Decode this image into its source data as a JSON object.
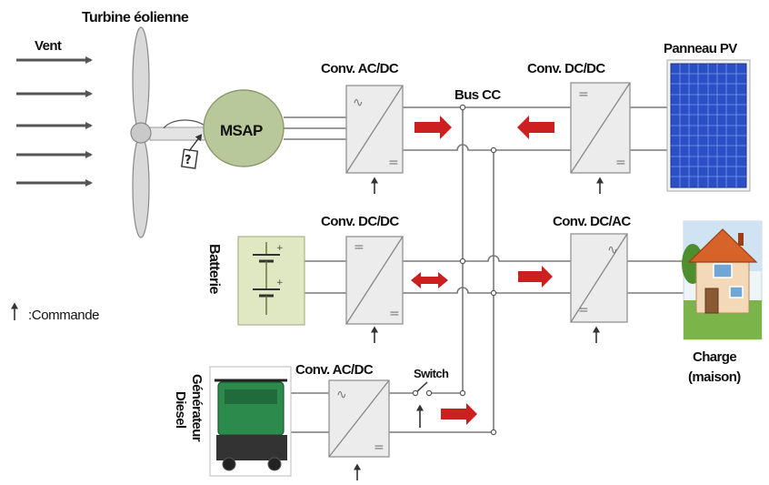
{
  "diagram": {
    "labels": {
      "turbine": "Turbine éolienne",
      "wind": "Vent",
      "msap": "MSAP",
      "conv_acdc_top": "Conv. AC/DC",
      "conv_dcdc_pv": "Conv. DC/DC",
      "pv_panel": "Panneau PV",
      "bus": "Bus CC",
      "conv_dcdc_batt": "Conv. DC/DC",
      "conv_dcac": "Conv. DC/AC",
      "battery": "Batterie",
      "legend_command": ":Commande",
      "conv_acdc_diesel": "Conv. AC/DC",
      "switch": "Switch",
      "diesel_line1": "Générateur",
      "diesel_line2": "Diesel",
      "load_line1": "Charge",
      "load_line2": "(maison)"
    },
    "colors": {
      "arrow_red": "#cc1f1f",
      "converter_fill": "#ececec",
      "generator_fill": "#b9c89a",
      "battery_fill": "#dfe8c2",
      "pv_blue": "#2b4fc4"
    }
  }
}
